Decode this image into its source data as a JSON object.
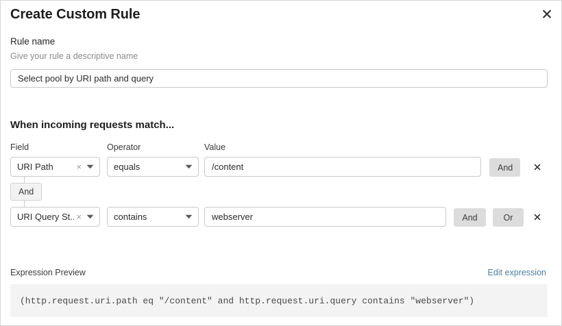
{
  "dialog": {
    "title": "Create Custom Rule",
    "close_icon": "close-icon"
  },
  "rule_name": {
    "label": "Rule name",
    "help": "Give your rule a descriptive name",
    "value": "Select pool by URI path and query",
    "placeholder": ""
  },
  "match_section": {
    "heading": "When incoming requests match...",
    "columns": {
      "field": "Field",
      "operator": "Operator",
      "value": "Value"
    },
    "connector": "And",
    "rows": [
      {
        "field": "URI Path",
        "field_clear": "×",
        "operator": "equals",
        "value": "/content",
        "and_label": "And",
        "delete_icon": "close-icon"
      },
      {
        "field": "URI Query St...",
        "field_clear": "×",
        "operator": "contains",
        "value": "webserver",
        "and_label": "And",
        "or_label": "Or",
        "delete_icon": "close-icon"
      }
    ]
  },
  "expression_preview": {
    "label": "Expression Preview",
    "edit_link": "Edit expression",
    "code": "(http.request.uri.path eq \"/content\" and http.request.uri.query contains \"webserver\")"
  },
  "colors": {
    "link": "#4a7fa5",
    "button_gray": "#dcdcdc",
    "code_bg": "#f3f3f3",
    "border": "#c9c9c9"
  }
}
